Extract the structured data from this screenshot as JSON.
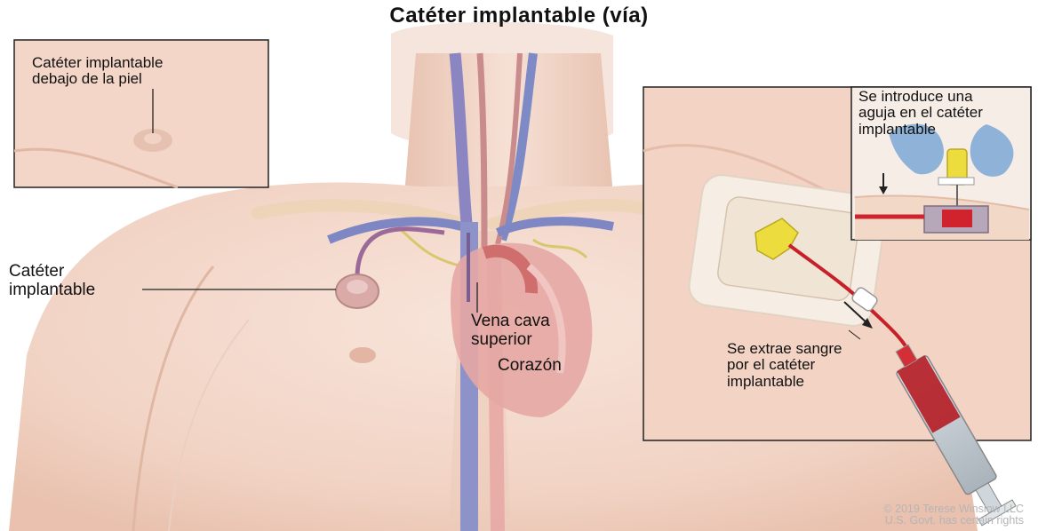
{
  "title": "Catéter implantable (vía)",
  "labels": {
    "inset_under_skin": [
      "Catéter implantable",
      "debajo de la piel"
    ],
    "port": [
      "Catéter",
      "implantable"
    ],
    "vena_cava": [
      "Vena cava",
      "superior"
    ],
    "heart": "Corazón",
    "needle_inserted": [
      "Se introduce una",
      "aguja en el catéter",
      "implantable"
    ],
    "blood_drawn": [
      "Se extrae sangre",
      "por el catéter",
      "implantable"
    ]
  },
  "credit": [
    "© 2019 Terese Winslow LLC",
    "U.S. Govt. has certain rights"
  ],
  "colors": {
    "skin": "#f3d9cc",
    "skin_shadow": "#e6bfae",
    "vein": "#7f86c4",
    "artery": "#d47a78",
    "catheter": "#8f5f8f",
    "blood": "#c8202a",
    "hub": "#efe04a"
  }
}
